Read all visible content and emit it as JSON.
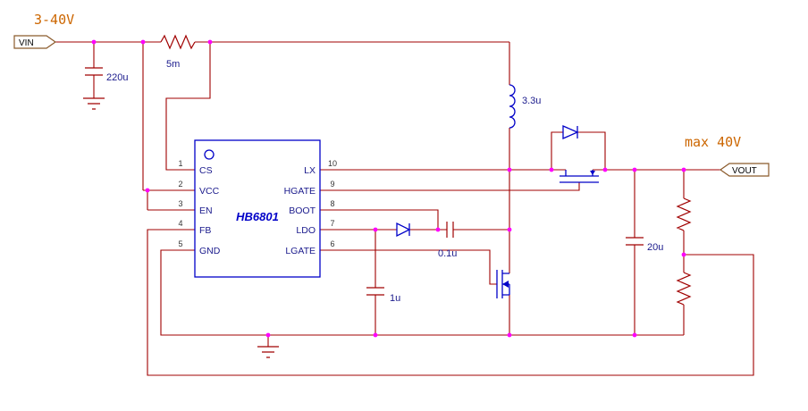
{
  "ports": {
    "input": {
      "label": "VIN",
      "voltage": "3-40V"
    },
    "output": {
      "label": "VOUT",
      "voltage": "max 40V"
    }
  },
  "ic": {
    "name": "HB6801",
    "pins": [
      {
        "number": "1",
        "name": "CS"
      },
      {
        "number": "2",
        "name": "VCC"
      },
      {
        "number": "3",
        "name": "EN"
      },
      {
        "number": "4",
        "name": "FB"
      },
      {
        "number": "5",
        "name": "GND"
      },
      {
        "number": "6",
        "name": "LGATE"
      },
      {
        "number": "7",
        "name": "LDO"
      },
      {
        "number": "8",
        "name": "BOOT"
      },
      {
        "number": "9",
        "name": "HGATE"
      },
      {
        "number": "10",
        "name": "LX"
      }
    ]
  },
  "components": {
    "input_capacitor": {
      "value": "220u"
    },
    "sense_resistor": {
      "value": "5m"
    },
    "inductor": {
      "value": "3.3u"
    },
    "bootstrap_capacitor": {
      "value": "0.1u"
    },
    "ldo_capacitor": {
      "value": "1u"
    },
    "output_capacitor": {
      "value": "20u"
    }
  },
  "colors": {
    "wire": "#A00000",
    "junction": "#FF00FF",
    "symbol_blue": "#0000C8",
    "voltage_text": "#CC6600",
    "label_text": "#1A1A8C"
  }
}
